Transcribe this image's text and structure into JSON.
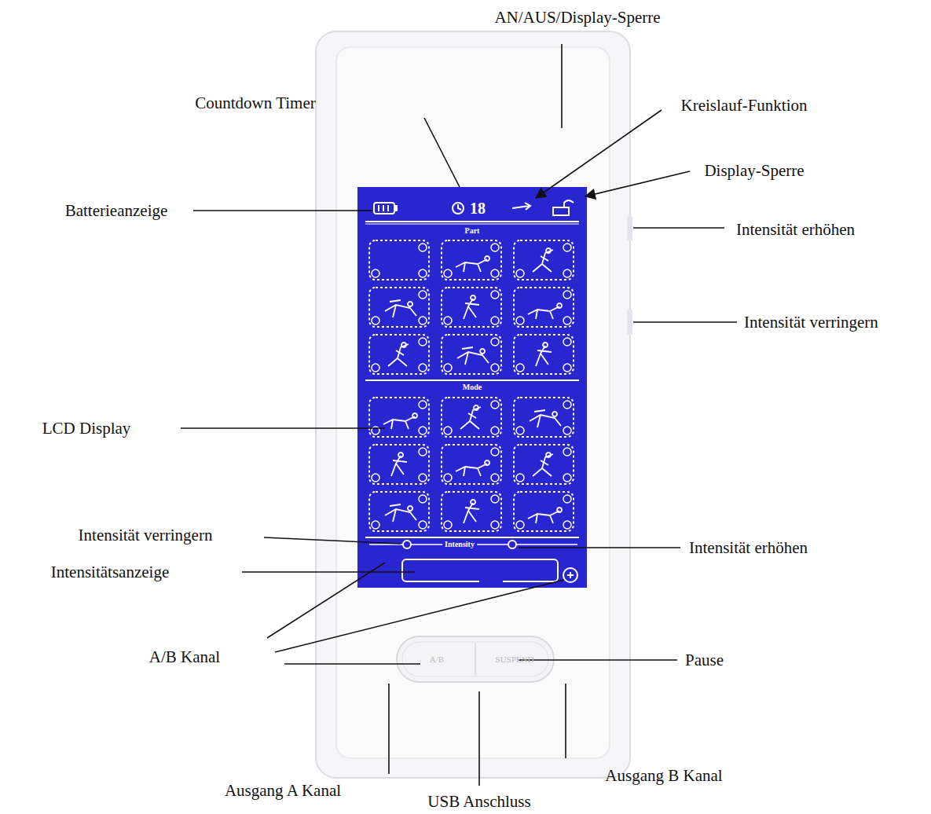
{
  "diagram": {
    "labels": [
      "AN/AUS/Display-Sperre",
      "Countdown Timer",
      "Kreislauf-Funktion",
      "Display-Sperre",
      "Batterieanzeige",
      "18",
      "Intensität erhöhen",
      "Part",
      "Intensität verringern",
      "LCD Display",
      "Mode",
      "Intensität verringern",
      "Intensity",
      "Intensität erhöhen",
      "Intensitätsanzeige",
      "A/B Kanal",
      "Pause",
      "A/B",
      "SUSPEND",
      "Ausgang B Kanal",
      "Ausgang A Kanal",
      "USB Anschluss"
    ]
  }
}
